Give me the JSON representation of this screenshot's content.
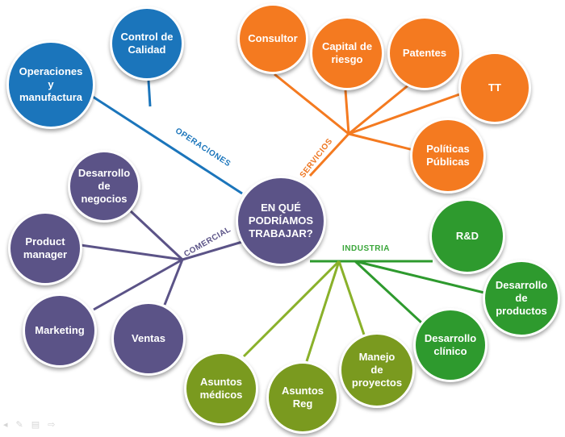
{
  "center": {
    "label": "EN QUÉ\nPODRÍAMOS\nTRABAJAR?",
    "color": "#5b5387"
  },
  "branches": {
    "operaciones": {
      "label": "OPERACIONES",
      "color": "#1b75bb"
    },
    "servicios": {
      "label": "SERVICIOS",
      "color": "#ee7722"
    },
    "comercial": {
      "label": "COMERCIAL",
      "color": "#5b5387"
    },
    "industria": {
      "label": "INDUSTRIA",
      "color": "#3aa63a"
    }
  },
  "nodes": {
    "operaciones": [
      {
        "label": "Control de\nCalidad"
      },
      {
        "label": "Operaciones\ny\nmanufactura"
      }
    ],
    "servicios": [
      {
        "label": "Consultor"
      },
      {
        "label": "Capital de\nriesgo"
      },
      {
        "label": "Patentes"
      },
      {
        "label": "TT"
      },
      {
        "label": "Políticas\nPúblicas"
      }
    ],
    "comercial": [
      {
        "label": "Desarrollo\nde\nnegocios"
      },
      {
        "label": "Product\nmanager"
      },
      {
        "label": "Marketing"
      },
      {
        "label": "Ventas"
      }
    ],
    "industria_green": [
      {
        "label": "R&D"
      },
      {
        "label": "Desarrollo\nde\nproductos"
      },
      {
        "label": "Desarrollo\nclínico"
      }
    ],
    "industria_olive": [
      {
        "label": "Manejo\nde\nproyectos"
      },
      {
        "label": "Asuntos\nReg"
      },
      {
        "label": "Asuntos\nmédicos"
      }
    ]
  },
  "colors": {
    "operaciones": "#1b75bb",
    "servicios": "#f47a20",
    "comercial": "#5b5387",
    "industria_green": "#2e9a2e",
    "industria_olive": "#7a9a1f",
    "olive_line": "#8ab12a"
  },
  "toolbar_icons": [
    "pointer-icon",
    "pen-icon",
    "slides-icon",
    "nav-icon"
  ]
}
